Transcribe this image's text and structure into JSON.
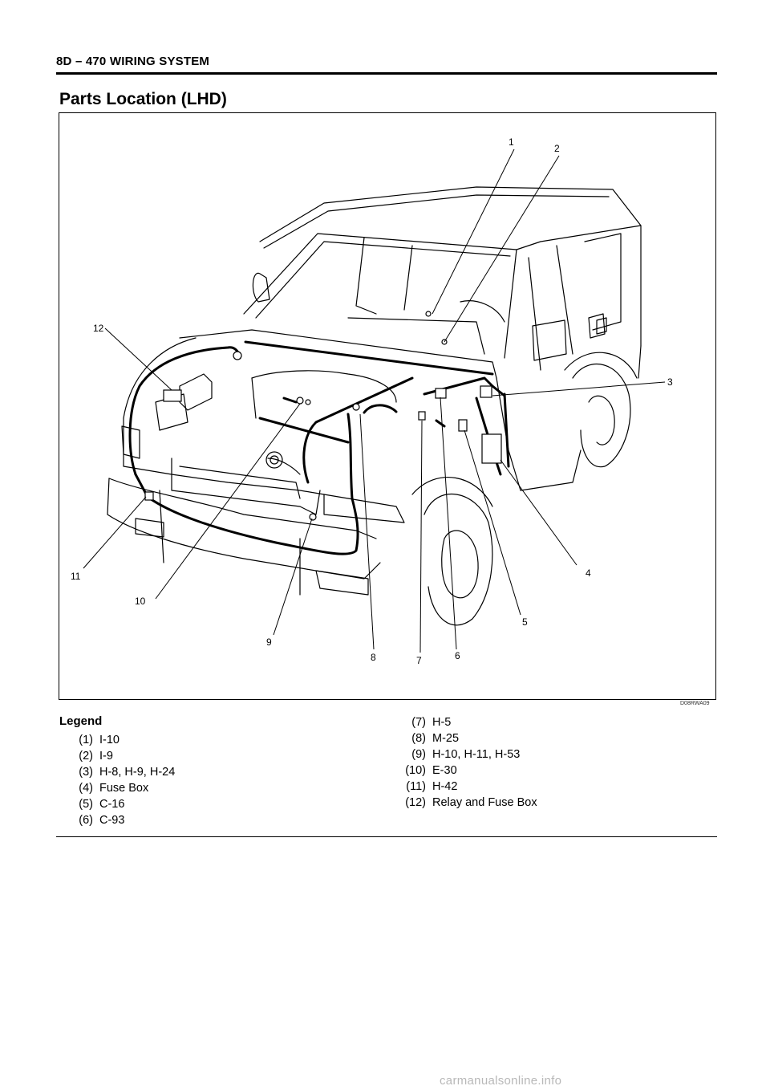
{
  "header": {
    "section": "8D – 470 WIRING SYSTEM"
  },
  "title": "Parts Location (LHD)",
  "figure": {
    "code": "D08RWA09",
    "callouts": [
      "1",
      "2",
      "3",
      "4",
      "5",
      "6",
      "7",
      "8",
      "9",
      "10",
      "11",
      "12"
    ]
  },
  "legend": {
    "title": "Legend",
    "left": [
      {
        "num": "(1)",
        "text": "I-10"
      },
      {
        "num": "(2)",
        "text": "I-9"
      },
      {
        "num": "(3)",
        "text": "H-8, H-9, H-24"
      },
      {
        "num": "(4)",
        "text": "Fuse Box"
      },
      {
        "num": "(5)",
        "text": "C-16"
      },
      {
        "num": "(6)",
        "text": "C-93"
      }
    ],
    "right": [
      {
        "num": "(7)",
        "text": "H-5"
      },
      {
        "num": "(8)",
        "text": "M-25"
      },
      {
        "num": "(9)",
        "text": "H-10, H-11, H-53"
      },
      {
        "num": "(10)",
        "text": "E-30"
      },
      {
        "num": "(11)",
        "text": "H-42"
      },
      {
        "num": "(12)",
        "text": "Relay and Fuse Box"
      }
    ]
  },
  "watermark": "carmanualsonline.info"
}
